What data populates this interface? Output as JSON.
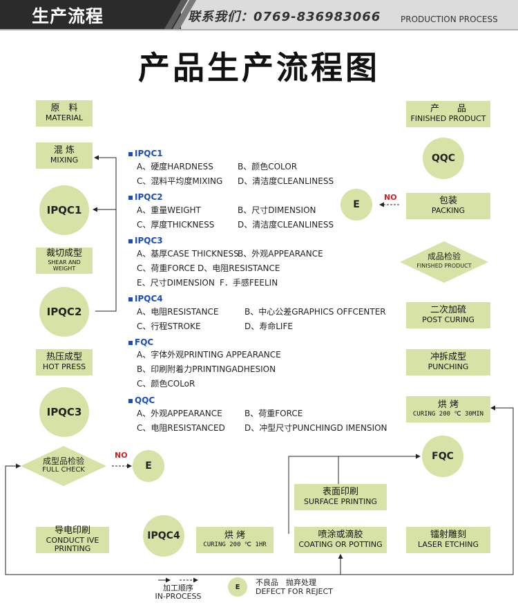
{
  "header": {
    "title": "生产流程",
    "contact": "联系我们：0769-836983066",
    "title_en": "PRODUCTION PROCESS"
  },
  "main_title": "产品生产流程图",
  "left_column": {
    "material": {
      "cn": "原　料",
      "en": "MATERIAL"
    },
    "mixing": {
      "cn": "混 炼",
      "en": "MIXING"
    },
    "ipqc1": "IPQC1",
    "shear": {
      "cn": "裁切成型",
      "en": "SHEAR AND WEIGHT"
    },
    "ipqc2": "IPQC2",
    "hot_press": {
      "cn": "热压成型",
      "en": "HOT PRESS"
    },
    "ipqc3": "IPQC3",
    "full_check": {
      "cn": "成型品检验",
      "en": "FULL CHECK"
    },
    "no1": "NO",
    "e1": "E"
  },
  "right_column": {
    "finished": {
      "cn": "产　　品",
      "en": "FINISHED PRODUCT"
    },
    "qqc": "QQC",
    "packing": {
      "cn": "包装",
      "en": "PACKING"
    },
    "no2": "NO",
    "e2": "E",
    "finished_check": {
      "cn": "成品检验",
      "en": "FINISHED PRODUCT"
    },
    "post_curing": {
      "cn": "二次加硫",
      "en": "POST CURING"
    },
    "punching": {
      "cn": "冲拆成型",
      "en": "PUNCHING"
    },
    "baking": {
      "cn": "烘 烤",
      "en": "CURING 200 ℃ 30MIN"
    },
    "fqc": "FQC"
  },
  "bottom_row": {
    "conductive": {
      "cn": "导电印刷",
      "en": "CONDUCT IVE PRINTING"
    },
    "ipqc4": "IPQC4",
    "baking2": {
      "cn": "烘 烤",
      "en": "CURING 200 ℃ 1HR"
    },
    "coating": {
      "cn": "喷涂或滴胶",
      "en": "COATING OR POTTING"
    },
    "laser": {
      "cn": "镭射雕刻",
      "en": "LASER ETCHING"
    },
    "surface": {
      "cn": "表面印刷",
      "en": "SURFACE PRINTING"
    }
  },
  "checks": [
    {
      "title": "IPQC1",
      "rows": [
        [
          "A、硬度HARDNESS",
          "B、颜色COLOR"
        ],
        [
          "C、混料平均度MIXING",
          "D、清洁度CLEANLINESS"
        ]
      ]
    },
    {
      "title": "IPQC2",
      "rows": [
        [
          "A、重量WEIGHT",
          "B、尺寸DIMENSION"
        ],
        [
          "C、厚度THICKNESS",
          "D、清洁度CLEANLINESS"
        ]
      ]
    },
    {
      "title": "IPQC3",
      "rows": [
        [
          "A、基厚CASE THICKNESS",
          "B、外观APPEARANCE"
        ],
        [
          "C、荷重FORCE",
          "D、电阻RESISTANCE"
        ],
        [
          "E、尺寸DIMENSION",
          "F．手感FEELIN"
        ]
      ]
    },
    {
      "title": "IPQC4",
      "rows": [
        [
          "A、电阻RESISTANCE",
          "B、中心公差GRAPHICS OFFCENTER"
        ],
        [
          "C、行程STROKE",
          "D、寿命LIFE"
        ]
      ]
    },
    {
      "title": "FQC",
      "rows": [
        [
          "A、字体外观PRINTING APPEARANCE"
        ],
        [
          "B、印刷附着力PRINTINGADHESION"
        ],
        [
          "C、颜色COLoR"
        ]
      ]
    },
    {
      "title": "QQC",
      "rows": [
        [
          "A、外观APPEARANCE",
          "B、荷重FORCE"
        ],
        [
          "C、电阻RESISTANCED",
          "D、冲型尺寸PUNCHINGD IMENSION"
        ]
      ]
    }
  ],
  "legend": {
    "process_cn": "加工顺序",
    "process_en": "IN-PROCESS",
    "e": "E",
    "reject_cn": "不良品　抛弃处理",
    "reject_en": "DEFECT FOR REJECT"
  },
  "colors": {
    "box": "#d6e2a6",
    "accent_blue": "#1a4db8",
    "no_red": "#d21f1f",
    "header_dark": "#2b2b2b"
  }
}
